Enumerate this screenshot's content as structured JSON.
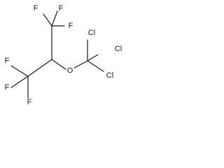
{
  "structure": {
    "atoms": {
      "f_top_left": "F",
      "f_top_right": "F",
      "f_upper_right": "F",
      "f_mid_left": "F",
      "f_lower_left": "F",
      "f_bottom": "F",
      "oxygen": "O",
      "cl_top": "Cl",
      "cl_right": "Cl",
      "cl_bottom": "Cl"
    }
  }
}
